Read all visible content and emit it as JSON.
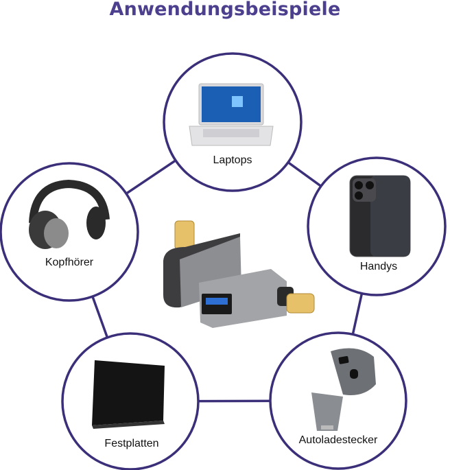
{
  "title": "Anwendungsbeispiele",
  "colors": {
    "title": "#4b3f8e",
    "ring": "#3a2f78"
  },
  "items": [
    {
      "label": "Laptops",
      "icon": "laptop-icon"
    },
    {
      "label": "Handys",
      "icon": "smartphone-icon"
    },
    {
      "label": "Autoladestecker",
      "icon": "car-charger-icon"
    },
    {
      "label": "Festplatten",
      "icon": "hard-drive-icon"
    },
    {
      "label": "Kopfhörer",
      "icon": "headphones-icon"
    }
  ],
  "center_product": "usb-c-otg-adapter-image"
}
